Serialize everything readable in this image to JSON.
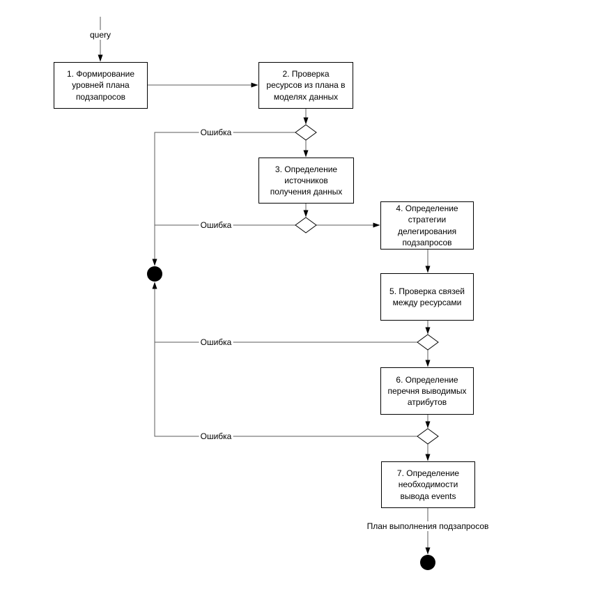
{
  "diagram": {
    "start_label": "query",
    "error_label": "Ошибка",
    "output_label": "План выполнения подзапросов",
    "nodes": [
      {
        "id": 1,
        "label": "1. Формирование\nуровней плана\nподзапросов"
      },
      {
        "id": 2,
        "label": "2. Проверка\nресурсов из плана в\nмоделях данных"
      },
      {
        "id": 3,
        "label": "3. Определение\nисточников\nполучения данных"
      },
      {
        "id": 4,
        "label": "4. Определение\nстратегии\nделегирования\nподзапросов"
      },
      {
        "id": 5,
        "label": "5. Проверка связей\nмежду ресурсами"
      },
      {
        "id": 6,
        "label": "6. Определение\nперечня выводимых\nатрибутов"
      },
      {
        "id": 7,
        "label": "7. Определение\nнеобходимости\nвывода events"
      }
    ],
    "colors": {
      "background": "#ffffff",
      "connector_line": "#5b5b5b",
      "shape_border": "#000000",
      "shape_fill": "#ffffff",
      "arrowhead": "#000000",
      "terminal_node_fill": "#000000",
      "text": "#000000"
    }
  }
}
